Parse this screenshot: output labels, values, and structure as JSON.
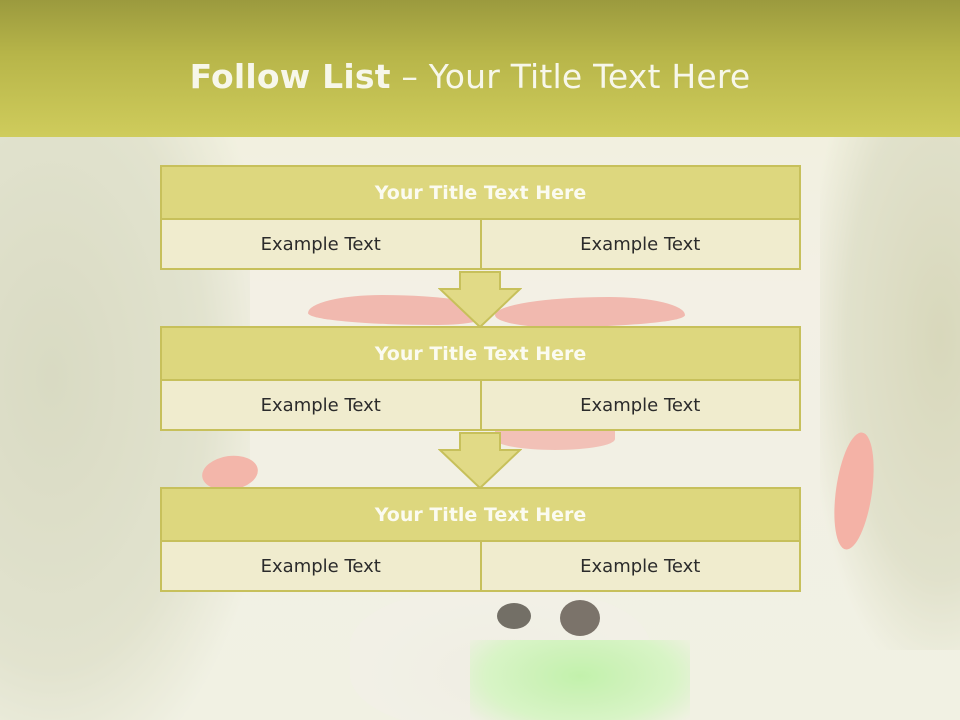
{
  "header": {
    "title_bold": "Follow List",
    "title_rest": " – Your Title Text Here"
  },
  "blocks": [
    {
      "title": "Your Title Text Here",
      "cells": [
        "Example Text",
        "Example Text"
      ]
    },
    {
      "title": "Your Title Text Here",
      "cells": [
        "Example Text",
        "Example Text"
      ]
    },
    {
      "title": "Your Title Text Here",
      "cells": [
        "Example Text",
        "Example Text"
      ]
    }
  ],
  "colors": {
    "header": "#c2bf52",
    "title_fill": "#ddd77e",
    "cell_fill": "#f0ecce",
    "border": "#c7c05b"
  }
}
